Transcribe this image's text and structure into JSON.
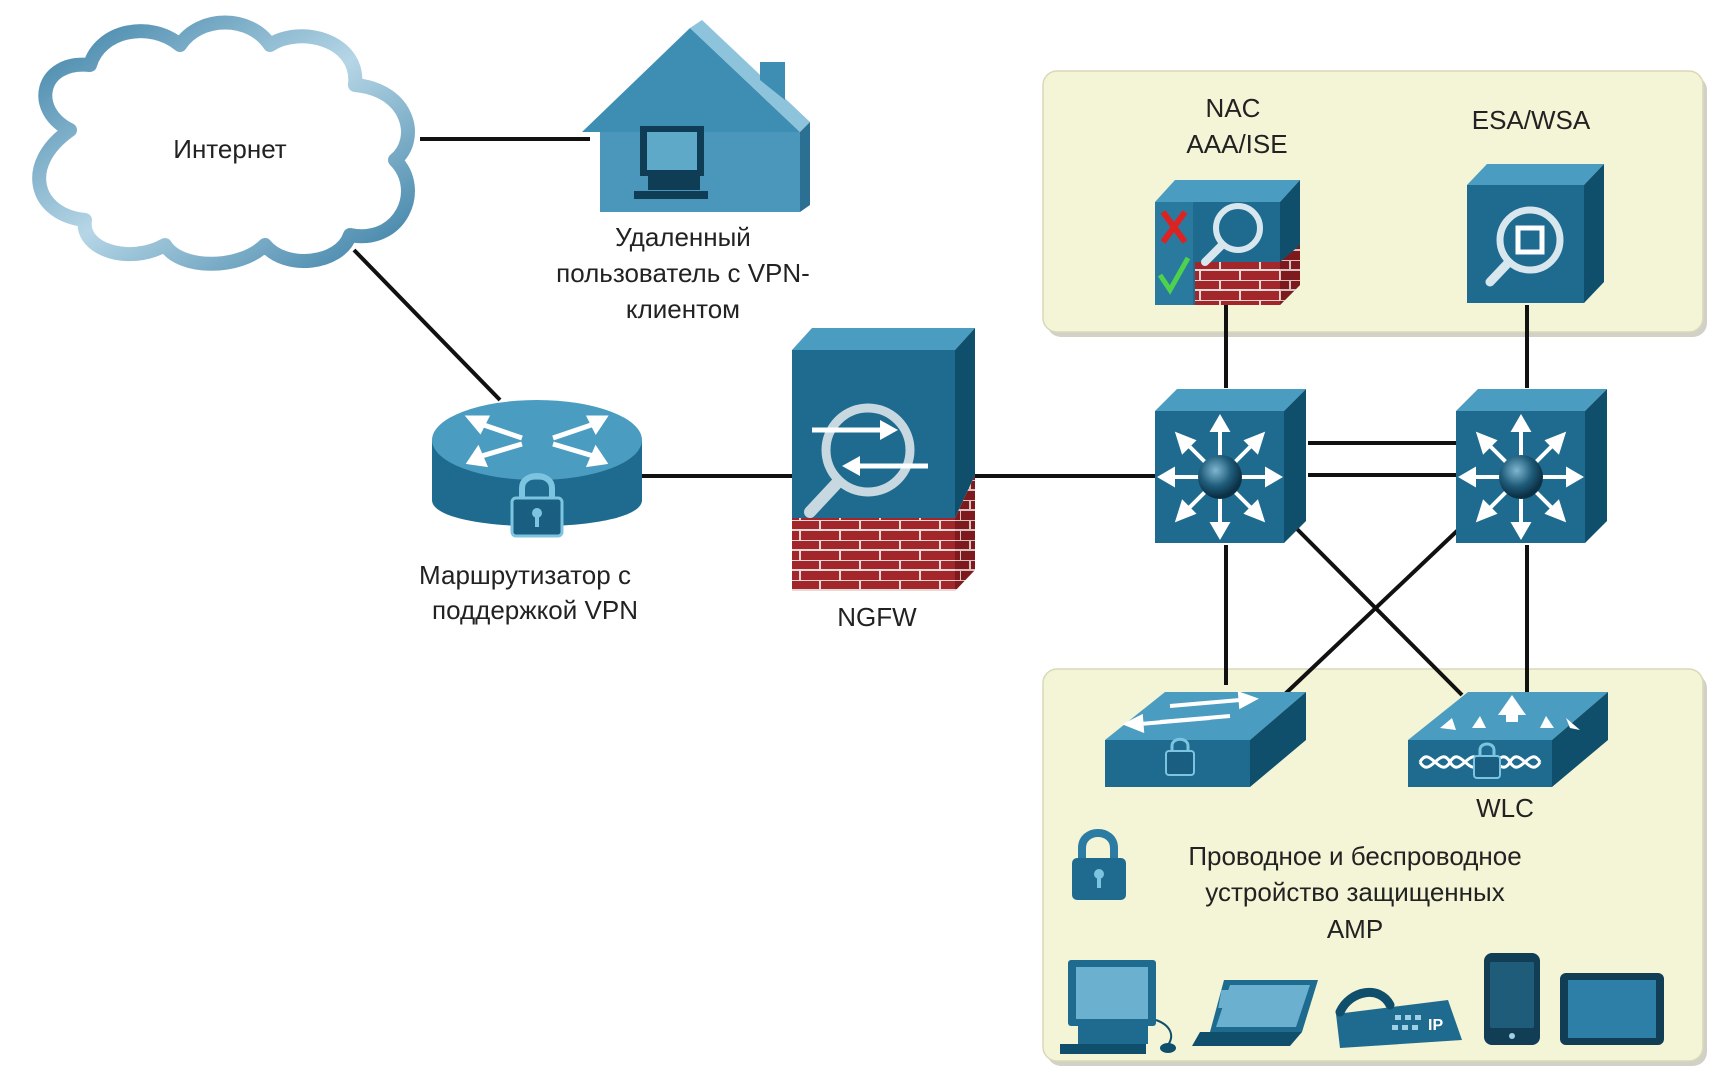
{
  "labels": {
    "internet": "Интернет",
    "remote_user": [
      "Удаленный",
      "пользователь с VPN-",
      "клиентом"
    ],
    "vpn_router": [
      "Маршрутизатор с",
      "поддержкой VPN"
    ],
    "ngfw": "NGFW",
    "nac": [
      "NAC",
      "AAA/ISE"
    ],
    "esa_wsa": "ESA/WSA",
    "wlc": "WLC",
    "amp_note": [
      "Проводное и беспроводное",
      "устройство защищенных",
      "AMP"
    ]
  },
  "colors": {
    "device_front": "#1e6b8f",
    "device_top": "#4a9cc0",
    "device_side": "#0f4f6c",
    "zone_fill": "#f4f4d6",
    "firewall_brick": "#9c1f24",
    "cloud_stroke": "#5a9dc0",
    "link": "#111111"
  },
  "icons": {
    "cloud": "cloud-icon",
    "house": "house-icon",
    "router": "vpn-router-icon",
    "firewall": "firewall-icon",
    "nac": "nac-icon",
    "esa": "esa-wsa-icon",
    "l3_switch": "layer3-switch-icon",
    "switch": "secure-switch-icon",
    "wlc": "wlc-icon",
    "lock": "lock-icon",
    "pc": "pc-icon",
    "laptop": "laptop-icon",
    "ip_phone": "ip-phone-icon",
    "smartphone": "smartphone-icon",
    "tablet": "tablet-icon"
  }
}
